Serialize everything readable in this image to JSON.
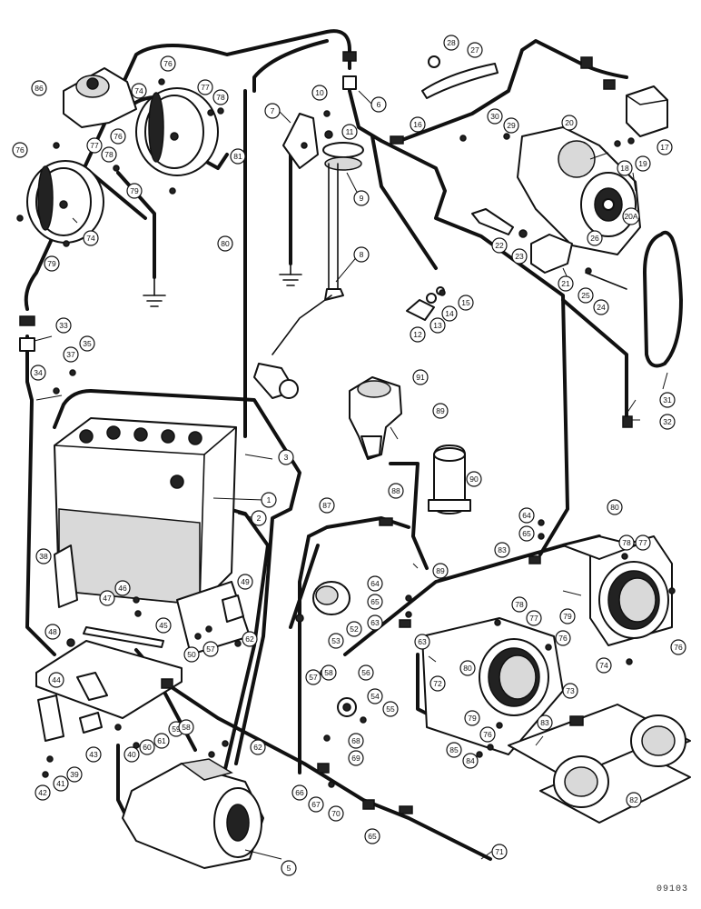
{
  "figure_id": "09103",
  "callouts": [
    "1",
    "2",
    "3",
    "5",
    "6",
    "7",
    "8",
    "9",
    "10",
    "11",
    "12",
    "13",
    "14",
    "15",
    "16",
    "17",
    "18",
    "19",
    "20",
    "20A",
    "21",
    "22",
    "23",
    "24",
    "25",
    "26",
    "27",
    "28",
    "29",
    "30",
    "31",
    "32",
    "33",
    "34",
    "35",
    "37",
    "38",
    "39",
    "40",
    "41",
    "42",
    "43",
    "44",
    "45",
    "46",
    "47",
    "48",
    "49",
    "50",
    "52",
    "53",
    "54",
    "55",
    "56",
    "57",
    "58",
    "59",
    "60",
    "61",
    "62",
    "63",
    "64",
    "65",
    "66",
    "67",
    "68",
    "69",
    "70",
    "71",
    "72",
    "73",
    "74",
    "76",
    "77",
    "78",
    "79",
    "80",
    "81",
    "82",
    "83",
    "84",
    "85",
    "86",
    "87",
    "88",
    "89",
    "90",
    "91"
  ]
}
